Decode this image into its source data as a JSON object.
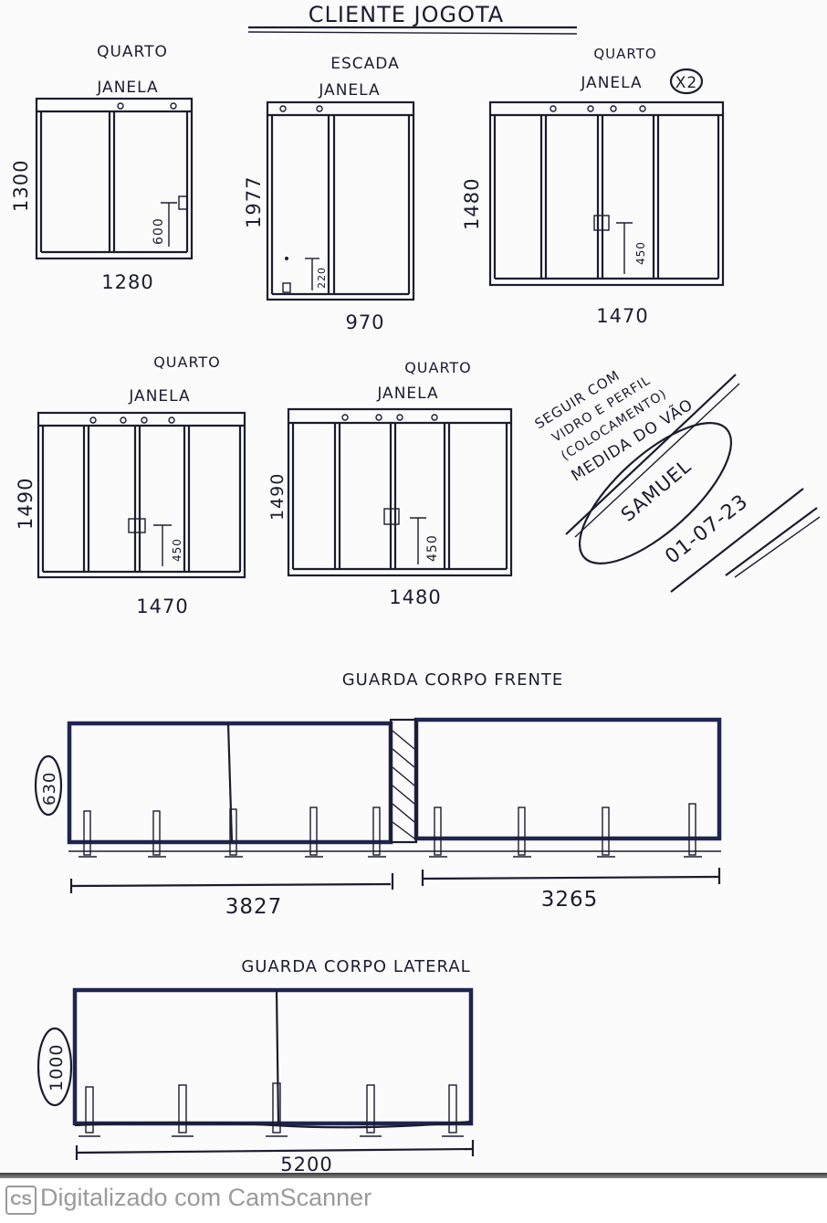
{
  "header": {
    "title": "CLIENTE JOGOTA"
  },
  "windows": [
    {
      "room": "QUARTO",
      "type": "JANELA",
      "height": "1300",
      "width": "1280",
      "handle_height": "600"
    },
    {
      "room": "ESCADA",
      "type": "JANELA",
      "height": "1977",
      "width": "970",
      "handle_height": "220"
    },
    {
      "room": "QUARTO",
      "type": "JANELA",
      "qty": "X2",
      "height": "1480",
      "width": "1470",
      "handle_height": "450"
    },
    {
      "room": "QUARTO",
      "type": "JANELA",
      "height": "1490",
      "width": "1470",
      "handle_height": "450"
    },
    {
      "room": "QUARTO",
      "type": "JANELA",
      "height": "1490",
      "width": "1480",
      "handle_height": "450"
    }
  ],
  "note": {
    "lines": [
      "SEGUIR COM",
      "VIDRO E PERFIL",
      "(COLOCAMENTO)",
      "MEDIDA DO VÃO"
    ],
    "signature": "SAMUEL",
    "date": "01-07-23"
  },
  "guard_front": {
    "title": "GUARDA CORPO FRENTE",
    "height": "630",
    "width_left": "3827",
    "width_right": "3265"
  },
  "guard_side": {
    "title": "GUARDA CORPO LATERAL",
    "height": "1000",
    "width": "5200"
  },
  "footer": {
    "badge": "CS",
    "text": "Digitalizado com CamScanner"
  }
}
